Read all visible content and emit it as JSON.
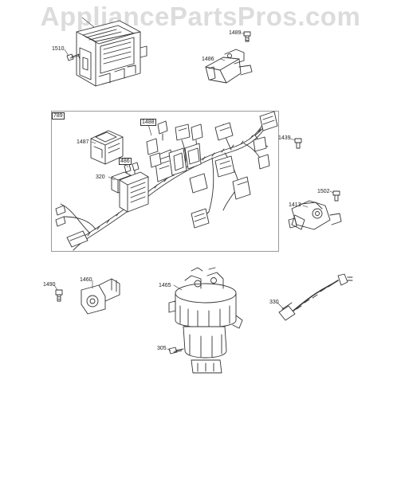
{
  "watermark": "AppliancePartsPros.com",
  "colors": {
    "line": "#333333",
    "frame": "#9a9a9a",
    "watermark": "#dcdcdc"
  },
  "callouts": {
    "c1510": "1510",
    "c1489": "1489",
    "c1486": "1486",
    "c789": "789",
    "c1487": "1487",
    "c1488": "1488",
    "c486": "486",
    "c320": "320",
    "c1439": "1439",
    "c1502": "1502",
    "c1413": "1413",
    "c1490": "1490",
    "c1460": "1460",
    "c1465": "1465",
    "c330": "330",
    "c305": "305"
  }
}
